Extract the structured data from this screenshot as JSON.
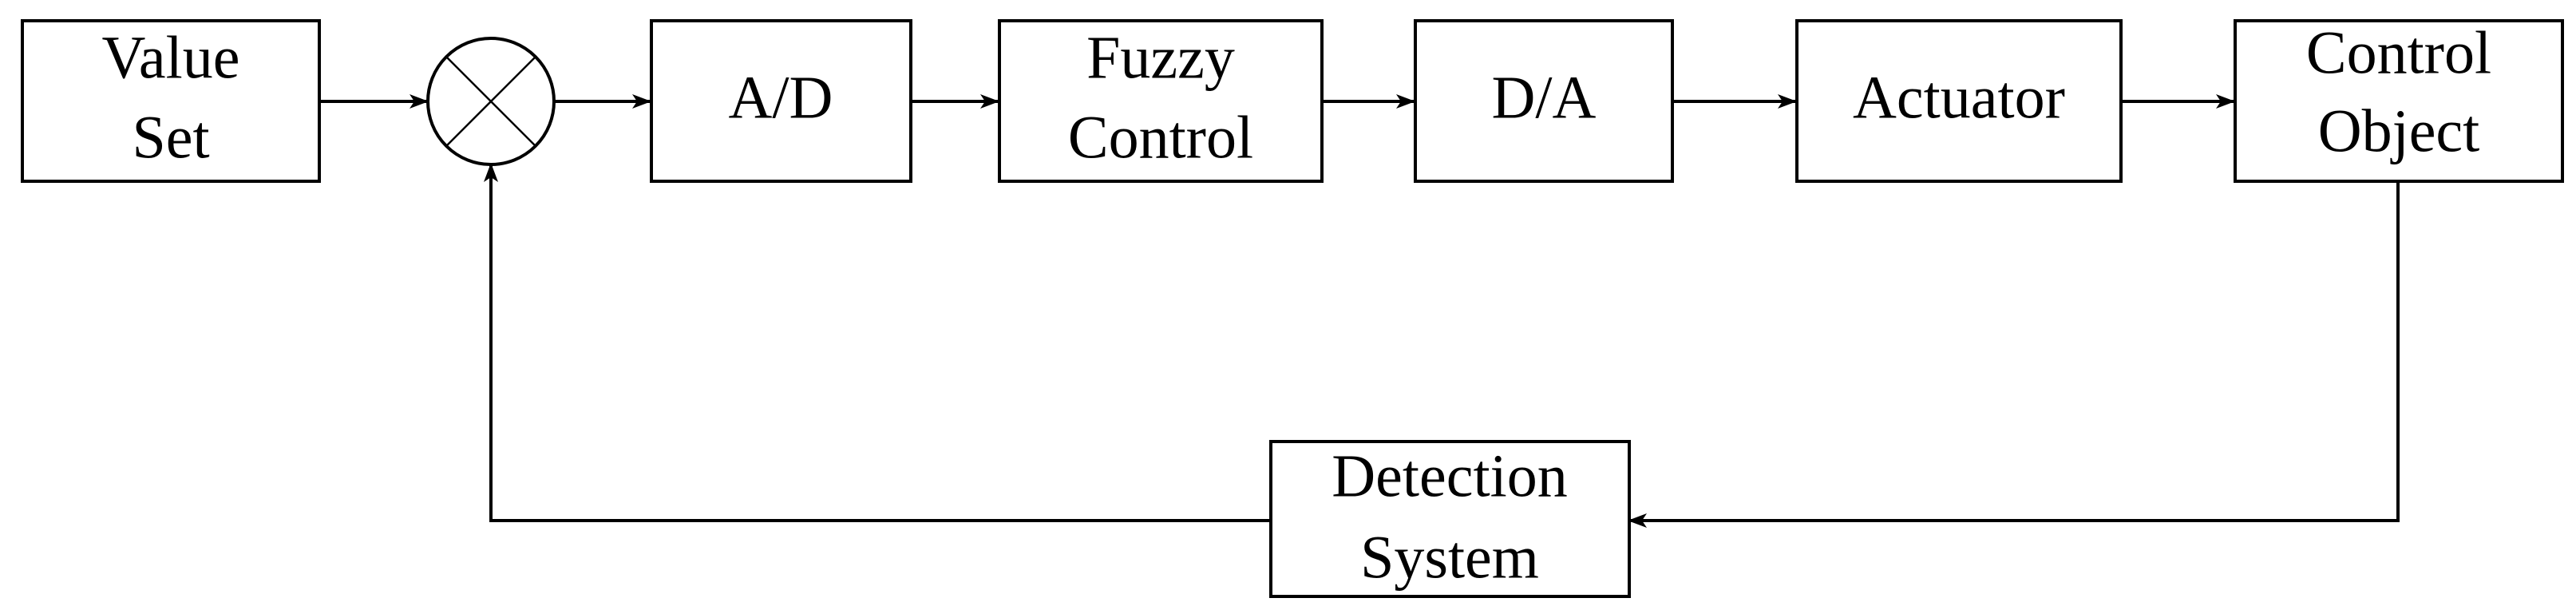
{
  "diagram": {
    "type": "block-diagram",
    "blocks": [
      {
        "id": "value-set",
        "lines": [
          "Value",
          "Set"
        ]
      },
      {
        "id": "ad",
        "lines": [
          "A/D"
        ]
      },
      {
        "id": "fuzzy-control",
        "lines": [
          "Fuzzy",
          "Control"
        ]
      },
      {
        "id": "da",
        "lines": [
          "D/A"
        ]
      },
      {
        "id": "actuator",
        "lines": [
          "Actuator"
        ]
      },
      {
        "id": "control-object",
        "lines": [
          "Control",
          "Object"
        ]
      },
      {
        "id": "detection-system",
        "lines": [
          "Detection",
          "System"
        ]
      }
    ],
    "summing_junction": {
      "id": "comparator",
      "symbol": "cross"
    },
    "connections": [
      {
        "from": "value-set",
        "to": "comparator"
      },
      {
        "from": "comparator",
        "to": "ad"
      },
      {
        "from": "ad",
        "to": "fuzzy-control"
      },
      {
        "from": "fuzzy-control",
        "to": "da"
      },
      {
        "from": "da",
        "to": "actuator"
      },
      {
        "from": "actuator",
        "to": "control-object"
      },
      {
        "from": "control-object",
        "to": "detection-system"
      },
      {
        "from": "detection-system",
        "to": "comparator"
      }
    ],
    "colors": {
      "line": "#000000",
      "fill": "#ffffff"
    }
  }
}
